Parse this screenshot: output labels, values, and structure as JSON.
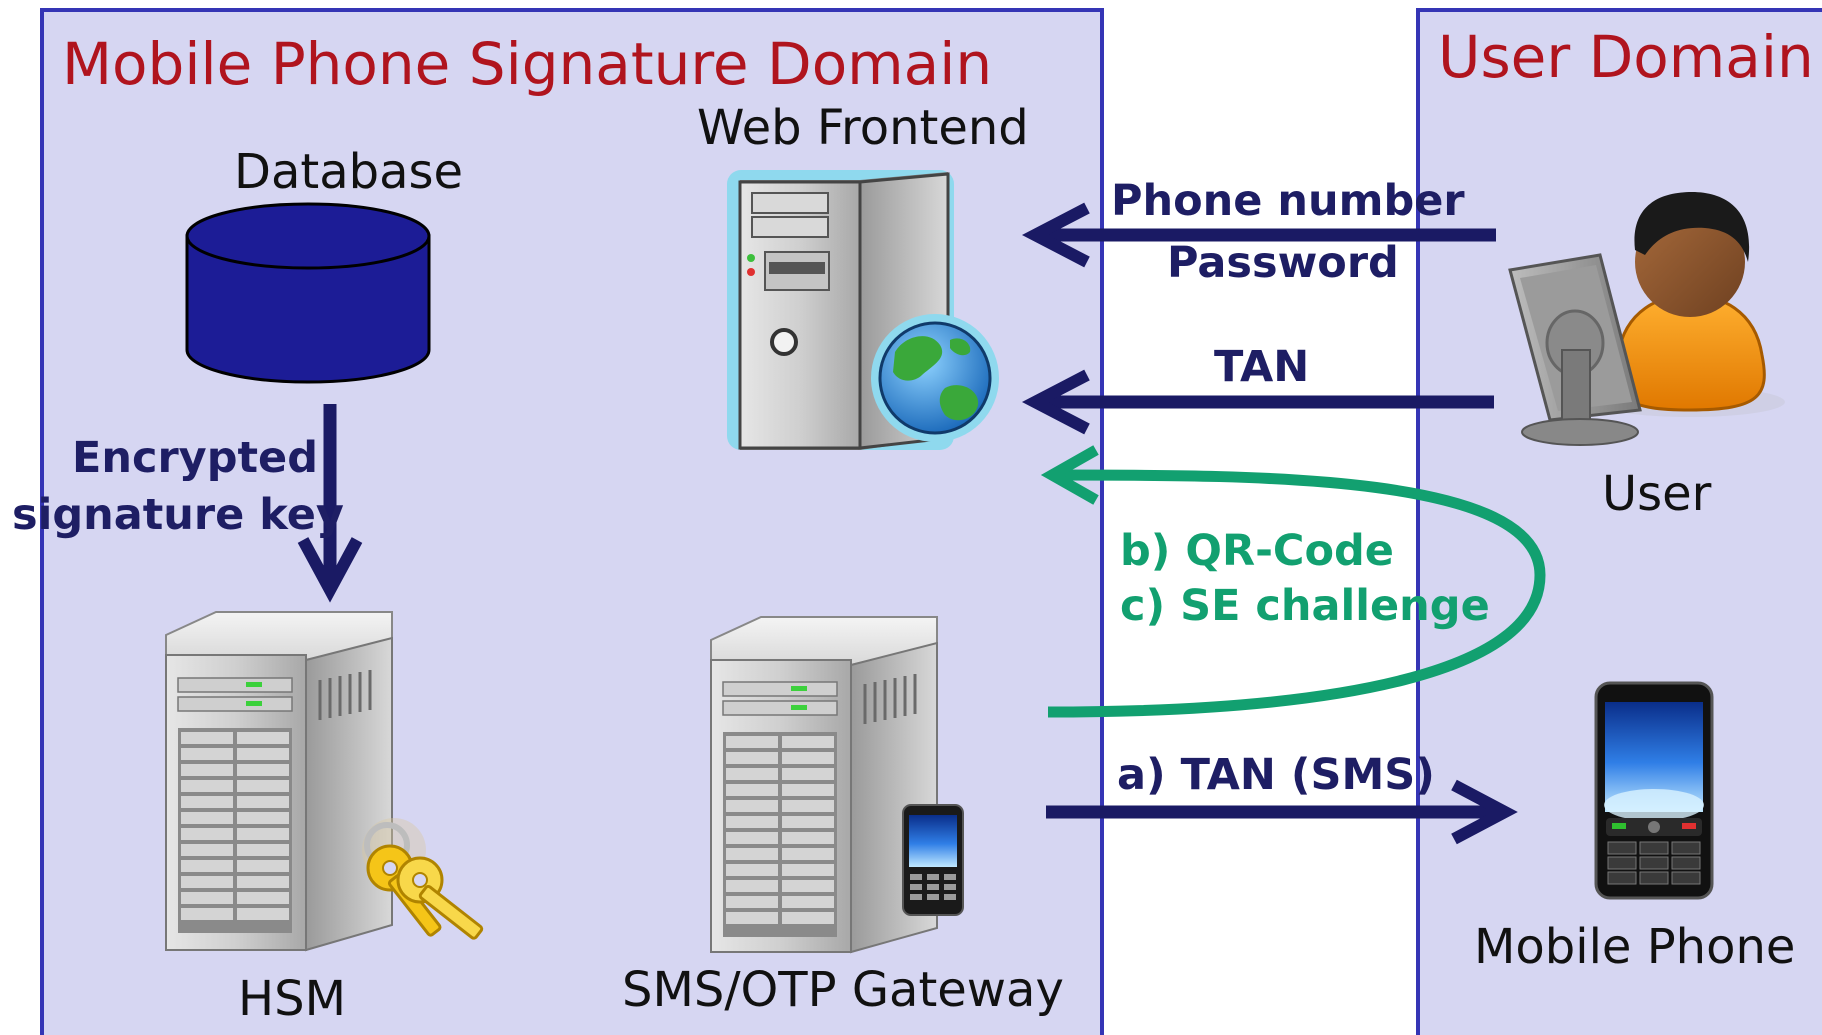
{
  "domains": {
    "mobile_signature": "Mobile Phone Signature Domain",
    "user": "User Domain"
  },
  "components": {
    "database": "Database",
    "web_frontend": "Web Frontend",
    "hsm": "HSM",
    "gateway": "SMS/OTP Gateway",
    "user": "User",
    "mobile_phone": "Mobile Phone"
  },
  "flows": {
    "phone_number": "Phone number",
    "password": "Password",
    "tan": "TAN",
    "encrypted_line1": "Encrypted",
    "encrypted_line2": "signature key",
    "qr_code": "b) QR-Code",
    "se_challenge": "c) SE challenge",
    "tan_sms": "a) TAN (SMS)"
  },
  "colors": {
    "domain_fill": "#d6d6f2",
    "domain_border": "#3535b5",
    "domain_title": "#b0141e",
    "arrow_navy": "#1a1a64",
    "arrow_green": "#12a070",
    "database_fill": "#1c1c96"
  },
  "icons": [
    "database-icon",
    "web-server-icon",
    "globe-icon",
    "hsm-server-icon",
    "keys-icon",
    "gateway-server-icon",
    "mobile-phone-icon",
    "user-at-computer-icon"
  ]
}
